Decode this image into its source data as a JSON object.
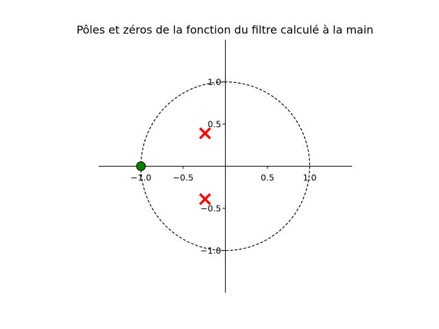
{
  "chart_data": {
    "type": "scatter",
    "title": "Pôles et zéros de la fonction du filtre calculé à la main",
    "xlabel": "",
    "ylabel": "",
    "xlim": [
      -1.5,
      1.5
    ],
    "ylim": [
      -1.5,
      1.5
    ],
    "grid": false,
    "x_ticks": [
      {
        "value": -1.0,
        "label": "−1.0"
      },
      {
        "value": -0.5,
        "label": "−0.5"
      },
      {
        "value": 0.5,
        "label": "0.5"
      },
      {
        "value": 1.0,
        "label": "1.0"
      }
    ],
    "y_ticks": [
      {
        "value": 1.0,
        "label": "1.0"
      },
      {
        "value": 0.5,
        "label": "0.5"
      },
      {
        "value": -0.5,
        "label": "−0.5"
      },
      {
        "value": -1.0,
        "label": "−1.0"
      }
    ],
    "unit_circle": {
      "radius": 1.0,
      "style": "dashed",
      "color": "#000000"
    },
    "zeros": {
      "marker": "circle",
      "color": "#008000",
      "points": [
        {
          "x": -1.0,
          "y": 0.0
        }
      ]
    },
    "poles": {
      "marker": "x",
      "color": "#ff0000",
      "points": [
        {
          "x": -0.24,
          "y": 0.39
        },
        {
          "x": -0.24,
          "y": -0.39
        }
      ]
    }
  }
}
